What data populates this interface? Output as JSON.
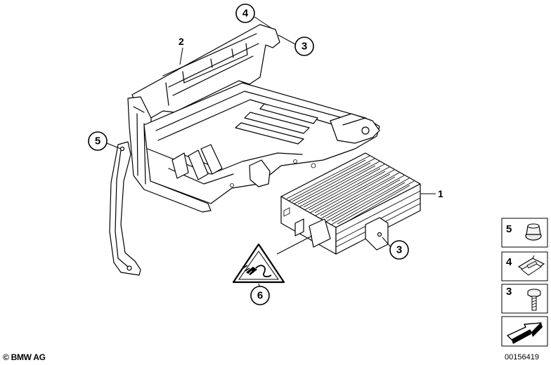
{
  "callouts": {
    "bracket_main": "2",
    "nut_top": "4",
    "screw_top": "3",
    "bracket_side": "5",
    "amplifier": "1",
    "screw_amp": "3",
    "warning": "6"
  },
  "legend": {
    "items": [
      {
        "number": "5",
        "icon": "nut-icon"
      },
      {
        "number": "4",
        "icon": "clip-nut-icon"
      },
      {
        "number": "3",
        "icon": "screw-icon"
      }
    ],
    "footer_icon": "arrow-icon"
  },
  "footer": {
    "copyright": "© BMW AG",
    "diagram_id": "00156419"
  }
}
